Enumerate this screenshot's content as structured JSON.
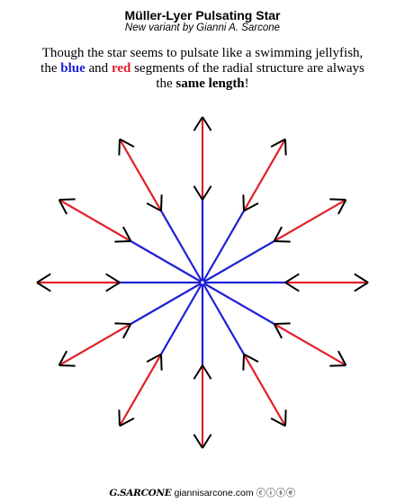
{
  "header": {
    "title": "Müller-Lyer Pulsating Star",
    "subtitle": "New variant by Gianni A. Sarcone"
  },
  "description": {
    "part1": "Though the star seems to pulsate like a swimming jellyfish, the ",
    "blue_word": "blue",
    "part2": " and ",
    "red_word": "red",
    "part3": " segments of the radial structure are always the ",
    "bold_phrase": "same length",
    "part4": "!"
  },
  "footer": {
    "signature": "G.SARCONE",
    "site": "giannisarcone.com",
    "license_icons": "ⓒⓘⓢⓔ"
  },
  "colors": {
    "blue": "#1f1fd6",
    "red": "#e0212a",
    "arrowhead": "#000000"
  },
  "star": {
    "spokes": 12,
    "inner_segment_color": "blue",
    "outer_segment_color": "red",
    "segments_equal_length": true
  }
}
